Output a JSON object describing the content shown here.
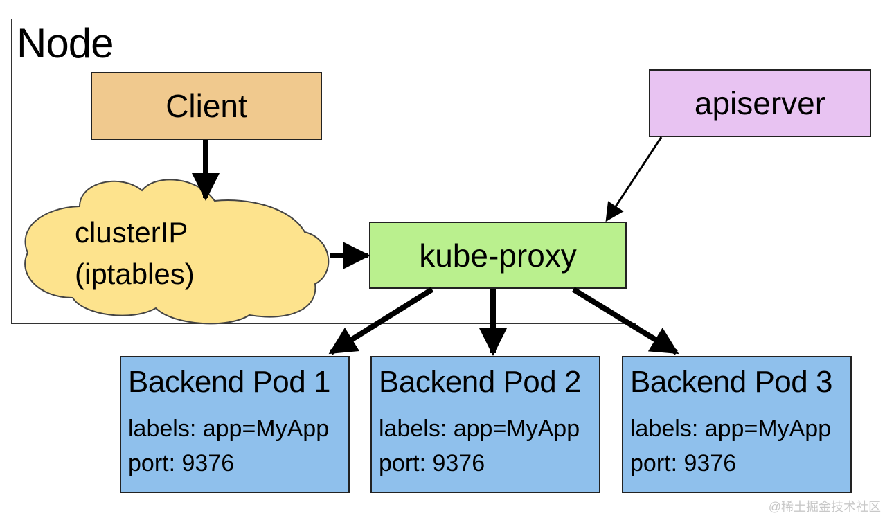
{
  "node": {
    "title": "Node"
  },
  "client": {
    "label": "Client"
  },
  "cluster_ip": {
    "line1": "clusterIP",
    "line2": "(iptables)"
  },
  "kube_proxy": {
    "label": "kube-proxy"
  },
  "apiserver": {
    "label": "apiserver"
  },
  "pods": [
    {
      "title": "Backend Pod 1",
      "labels": "labels: app=MyApp",
      "port": "port: 9376"
    },
    {
      "title": "Backend Pod 2",
      "labels": "labels: app=MyApp",
      "port": "port: 9376"
    },
    {
      "title": "Backend Pod 3",
      "labels": "labels: app=MyApp",
      "port": "port: 9376"
    }
  ],
  "watermark": "@稀土掘金技术社区",
  "colors": {
    "client": "#f0c98e",
    "cluster_ip": "#fde38d",
    "kube_proxy": "#baf08e",
    "apiserver": "#e8c3f2",
    "pod": "#8fc0ec"
  }
}
